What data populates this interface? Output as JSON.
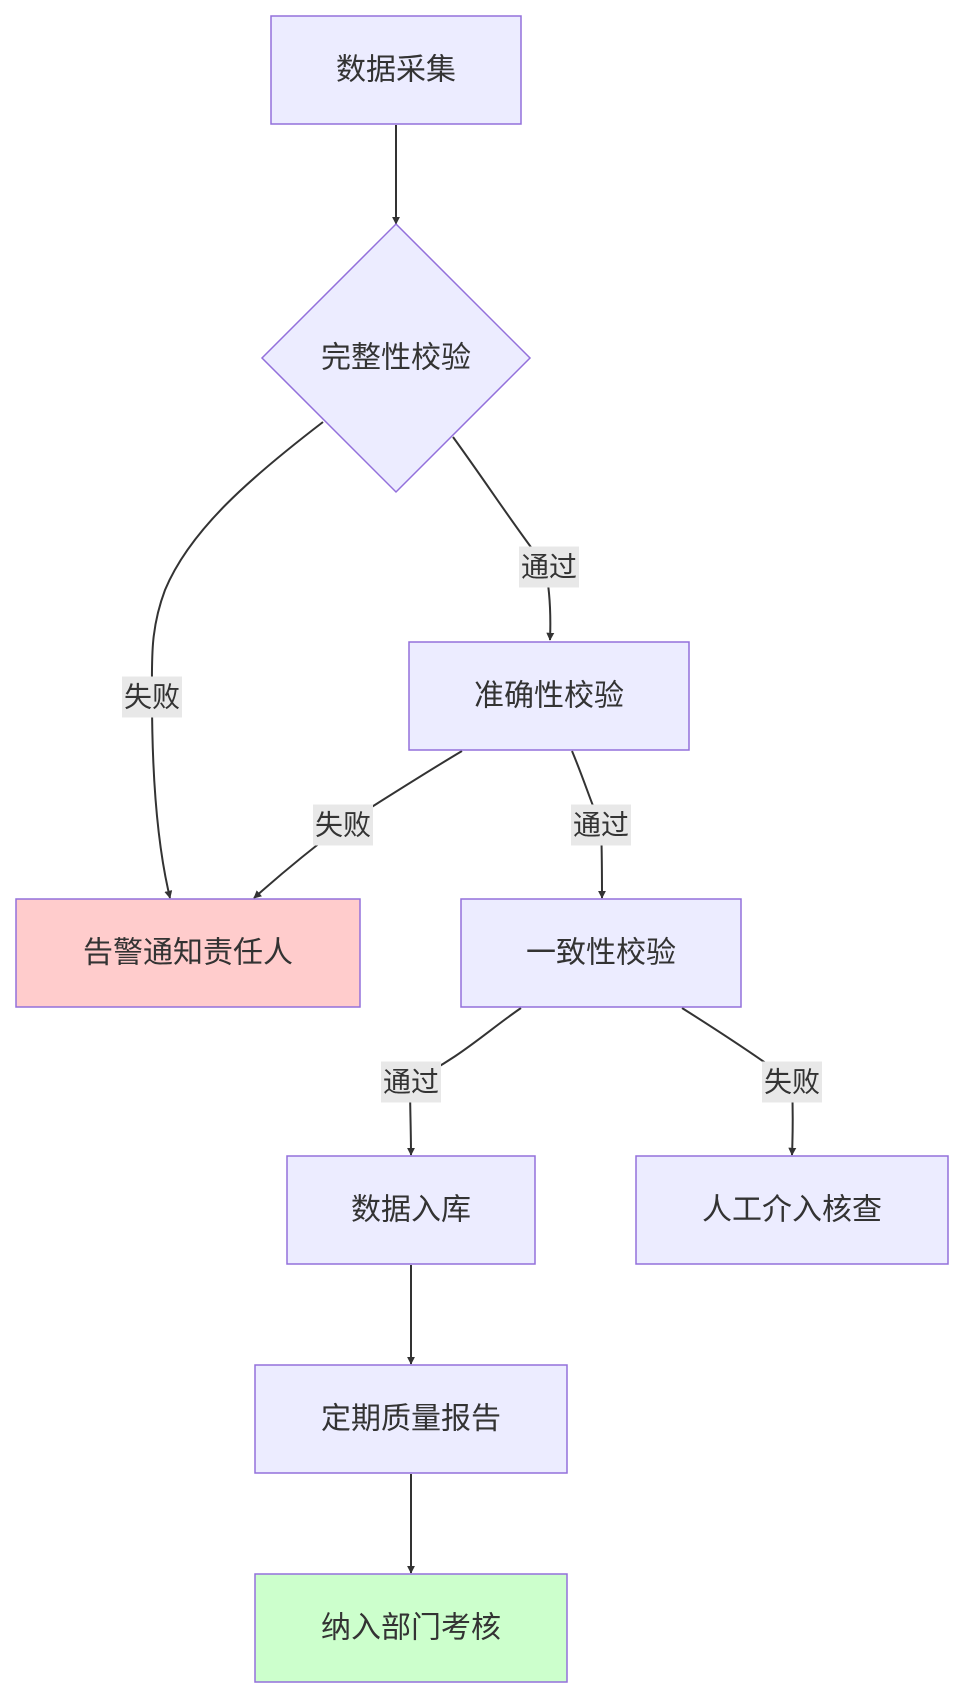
{
  "diagram": {
    "type": "flowchart",
    "direction": "top-down",
    "colors": {
      "node_fill": "#ECECFF",
      "node_stroke": "#9370DB",
      "alert_fill": "#FFCCCC",
      "final_fill": "#CCFFCC",
      "edge": "#333333",
      "edge_label_bg": "#E8E8E8",
      "text": "#333333"
    },
    "nodes": [
      {
        "id": "collect",
        "label": "数据采集",
        "shape": "rect"
      },
      {
        "id": "completeness",
        "label": "完整性校验",
        "shape": "diamond"
      },
      {
        "id": "accuracy",
        "label": "准确性校验",
        "shape": "rect"
      },
      {
        "id": "alert",
        "label": "告警通知责任人",
        "shape": "rect",
        "style": "alert"
      },
      {
        "id": "consistency",
        "label": "一致性校验",
        "shape": "rect"
      },
      {
        "id": "store",
        "label": "数据入库",
        "shape": "rect"
      },
      {
        "id": "manual",
        "label": "人工介入核查",
        "shape": "rect"
      },
      {
        "id": "report",
        "label": "定期质量报告",
        "shape": "rect"
      },
      {
        "id": "assess",
        "label": "纳入部门考核",
        "shape": "rect",
        "style": "final"
      }
    ],
    "edges": [
      {
        "id": "e1",
        "from": "collect",
        "to": "completeness",
        "label": ""
      },
      {
        "id": "e2",
        "from": "completeness",
        "to": "accuracy",
        "label": "通过"
      },
      {
        "id": "e3",
        "from": "completeness",
        "to": "alert",
        "label": "失败"
      },
      {
        "id": "e4",
        "from": "accuracy",
        "to": "alert",
        "label": "失败"
      },
      {
        "id": "e5",
        "from": "accuracy",
        "to": "consistency",
        "label": "通过"
      },
      {
        "id": "e6",
        "from": "consistency",
        "to": "store",
        "label": "通过"
      },
      {
        "id": "e7",
        "from": "consistency",
        "to": "manual",
        "label": "失败"
      },
      {
        "id": "e8",
        "from": "store",
        "to": "report",
        "label": ""
      },
      {
        "id": "e9",
        "from": "report",
        "to": "assess",
        "label": ""
      }
    ]
  }
}
